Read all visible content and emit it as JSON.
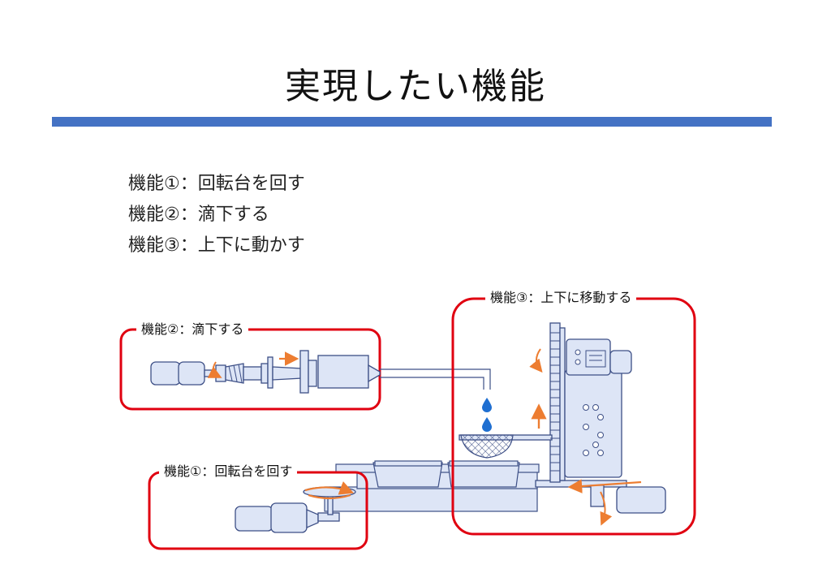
{
  "title": "実現したい機能",
  "colors": {
    "title_bar": "#4472c4",
    "box_border": "#e00010",
    "arrow": "#ed7d31",
    "drop": "#1f6fd1",
    "machine_fill": "#dde5f6",
    "machine_stroke": "#3d4f86"
  },
  "features": [
    "機能①：回転台を回す",
    "機能②：滴下する",
    "機能③：上下に動かす"
  ],
  "diagram": {
    "box2_label": "機能②：滴下する",
    "box1_label": "機能①：回転台を回す",
    "box3_label": "機能③：上下に移動する"
  }
}
